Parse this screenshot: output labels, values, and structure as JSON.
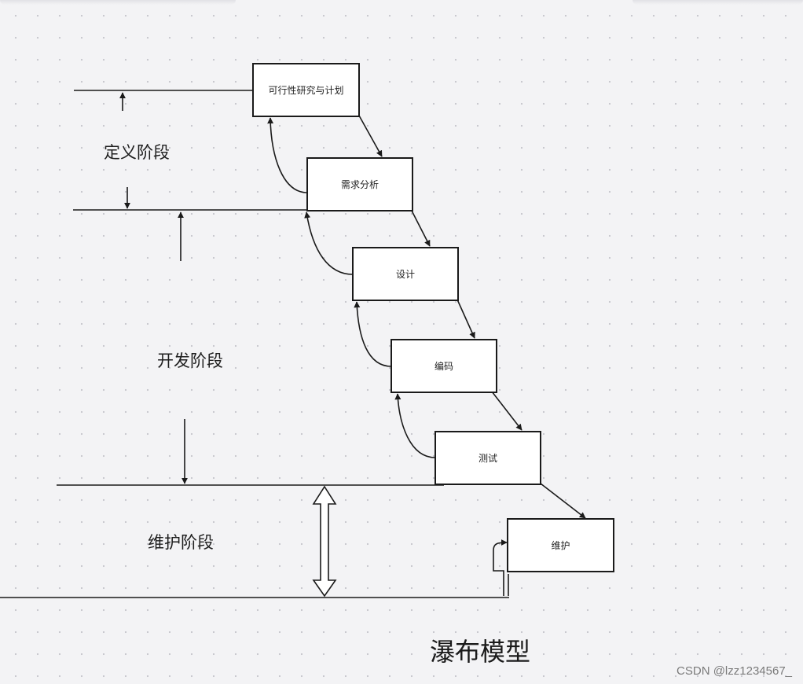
{
  "diagram": {
    "boxes": [
      {
        "id": "feasibility",
        "label": "可行性研究与计划"
      },
      {
        "id": "requirements",
        "label": "需求分析"
      },
      {
        "id": "design",
        "label": "设计"
      },
      {
        "id": "coding",
        "label": "编码"
      },
      {
        "id": "testing",
        "label": "测试"
      },
      {
        "id": "maintenance",
        "label": "维护"
      }
    ],
    "phases": [
      {
        "id": "definition",
        "label": "定义阶段"
      },
      {
        "id": "development",
        "label": "开发阶段"
      },
      {
        "id": "maintenance",
        "label": "维护阶段"
      }
    ],
    "title": "瀑布模型"
  },
  "watermark": "CSDN @lzz1234567_",
  "colors": {
    "background": "#f3f3f5",
    "stroke": "#1a1a1a",
    "box_fill": "#ffffff",
    "grid_dot": "#c9c9cf"
  }
}
